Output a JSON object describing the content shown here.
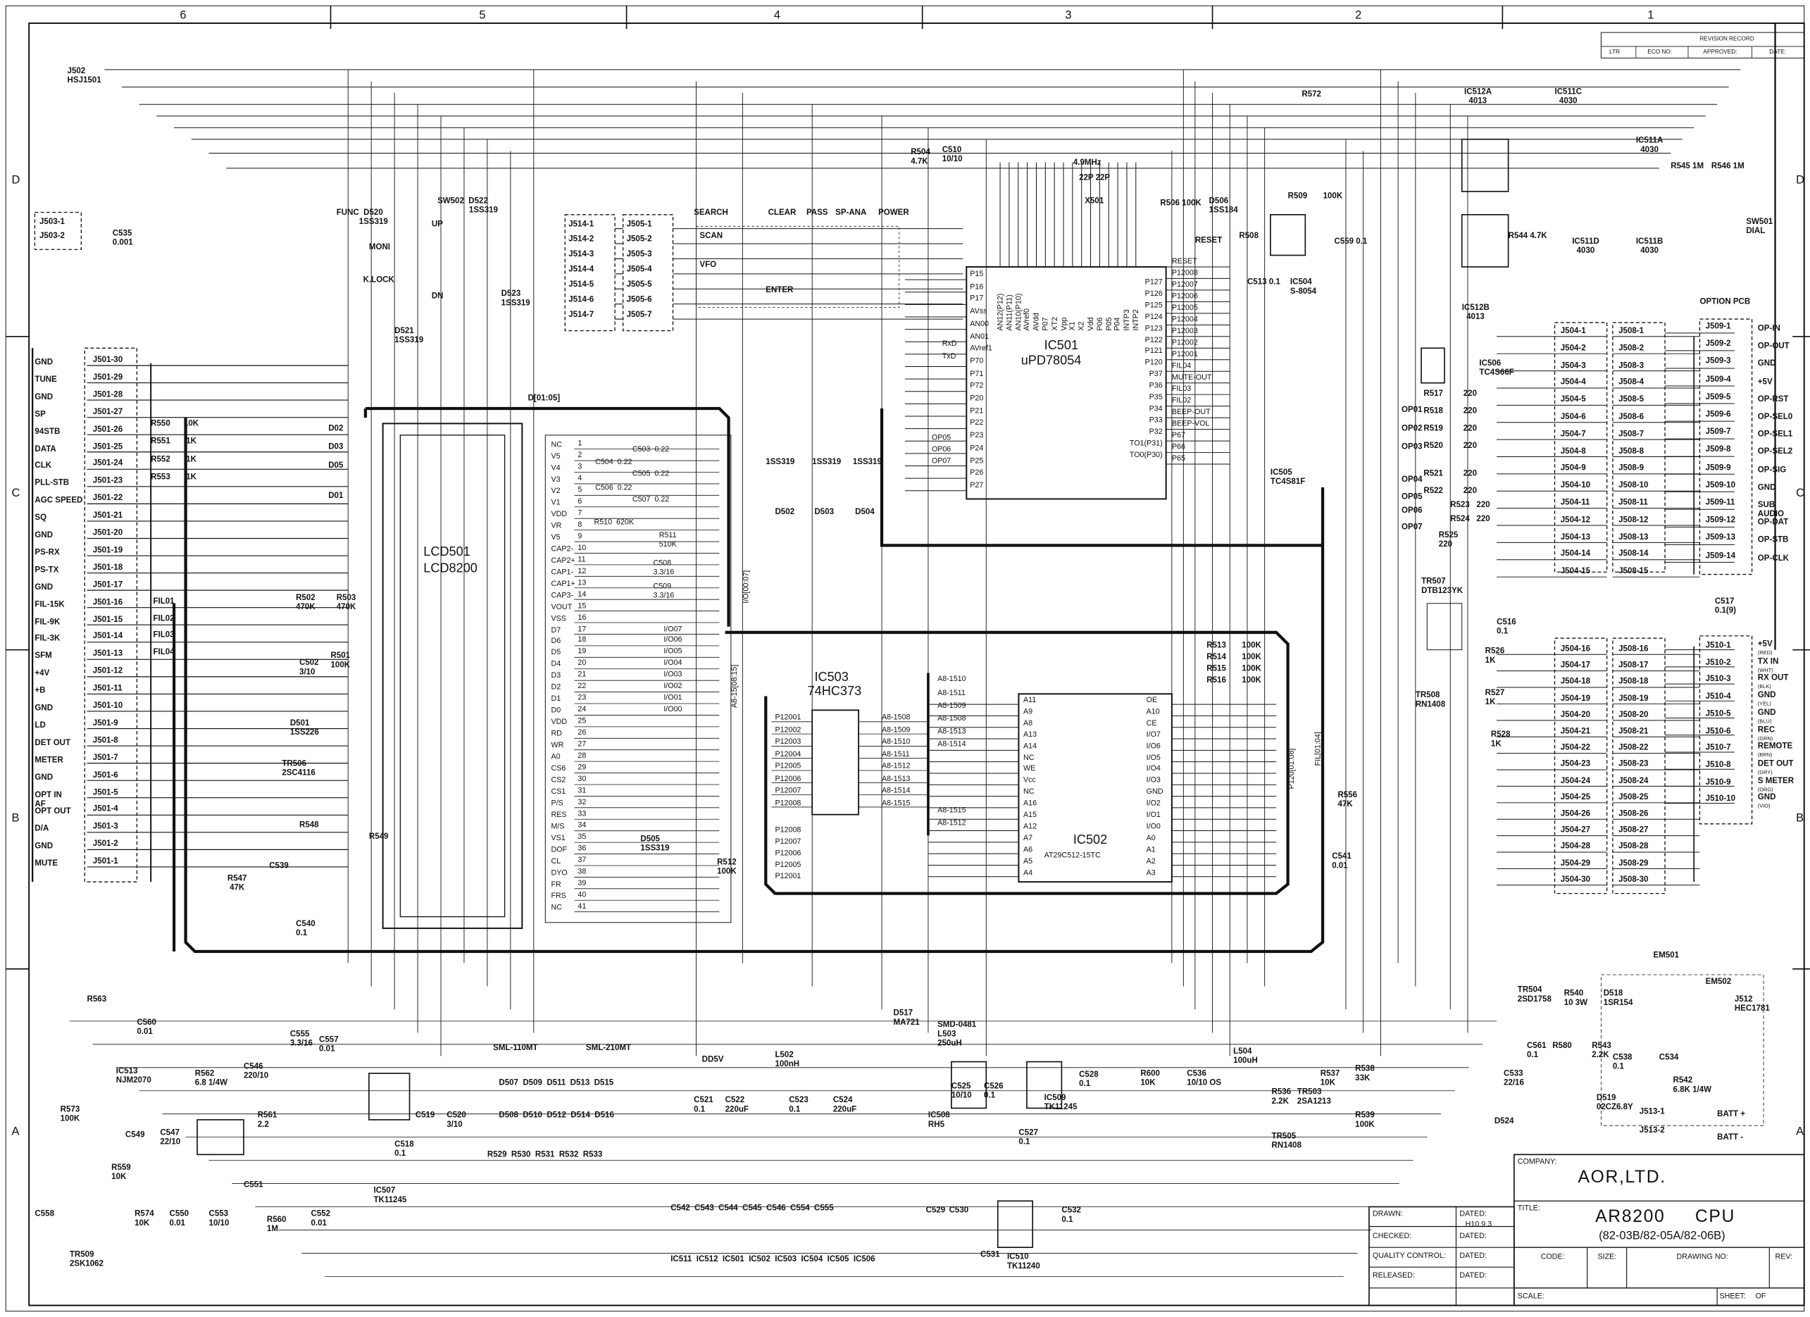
{
  "frame": {
    "cols": [
      "6",
      "5",
      "4",
      "3",
      "2",
      "1"
    ],
    "rows": [
      "D",
      "C",
      "B",
      "A"
    ]
  },
  "revision": {
    "title": "REVISION RECORD",
    "ltr": "LTR",
    "eco": "ECO NO:",
    "approved": "APPROVED:",
    "date": "DATE:"
  },
  "title_block": {
    "company_label": "COMPANY:",
    "company": "AOR,LTD.",
    "title_label": "TITLE:",
    "title": "AR8200     CPU",
    "subtitle": "(82-03B/82-05A/82-06B)",
    "drawn": "DRAWN:",
    "checked": "CHECKED:",
    "quality": "QUALITY CONTROL:",
    "released": "RELEASED:",
    "dated": "DATED:",
    "drawn_date": "H10.9.3",
    "code": "CODE:",
    "size": "SIZE:",
    "drawing_no": "DRAWING NO:",
    "rev": "REV:",
    "scale": "SCALE:",
    "sheet": "SHEET:",
    "of": "OF"
  },
  "j501": {
    "pins": [
      {
        "pin": "J501-30",
        "signal": "GND"
      },
      {
        "pin": "J501-29",
        "signal": "TUNE"
      },
      {
        "pin": "J501-28",
        "signal": "GND"
      },
      {
        "pin": "J501-27",
        "signal": "SP"
      },
      {
        "pin": "J501-26",
        "signal": "94STB"
      },
      {
        "pin": "J501-25",
        "signal": "DATA"
      },
      {
        "pin": "J501-24",
        "signal": "CLK"
      },
      {
        "pin": "J501-23",
        "signal": "PLL-STB"
      },
      {
        "pin": "J501-22",
        "signal": "AGC SPEED"
      },
      {
        "pin": "J501-21",
        "signal": "SQ"
      },
      {
        "pin": "J501-20",
        "signal": "GND"
      },
      {
        "pin": "J501-19",
        "signal": "PS-RX"
      },
      {
        "pin": "J501-18",
        "signal": "PS-TX"
      },
      {
        "pin": "J501-17",
        "signal": "GND"
      },
      {
        "pin": "J501-16",
        "signal": "FIL-15K"
      },
      {
        "pin": "J501-15",
        "signal": "FIL-9K"
      },
      {
        "pin": "J501-14",
        "signal": "FIL-3K"
      },
      {
        "pin": "J501-13",
        "signal": "SFM"
      },
      {
        "pin": "J501-12",
        "signal": "+4V"
      },
      {
        "pin": "J501-11",
        "signal": "+B"
      },
      {
        "pin": "J501-10",
        "signal": "GND"
      },
      {
        "pin": "J501-9",
        "signal": "LD"
      },
      {
        "pin": "J501-8",
        "signal": "DET OUT"
      },
      {
        "pin": "J501-7",
        "signal": "METER"
      },
      {
        "pin": "J501-6",
        "signal": "GND"
      },
      {
        "pin": "J501-5",
        "signal": "OPT IN\nAF"
      },
      {
        "pin": "J501-4",
        "signal": "OPT OUT"
      },
      {
        "pin": "J501-3",
        "signal": "D/A"
      },
      {
        "pin": "J501-2",
        "signal": "GND"
      },
      {
        "pin": "J501-1",
        "signal": "MUTE"
      }
    ]
  },
  "j509": {
    "header": "OPTION PCB",
    "pins": [
      {
        "pin": "J509-1",
        "signal": "OP-IN"
      },
      {
        "pin": "J509-2",
        "signal": "OP-OUT"
      },
      {
        "pin": "J509-3",
        "signal": "GND"
      },
      {
        "pin": "J509-4",
        "signal": "+5V"
      },
      {
        "pin": "J509-5",
        "signal": "OP-RST"
      },
      {
        "pin": "J509-6",
        "signal": "OP-SEL0"
      },
      {
        "pin": "J509-7",
        "signal": "OP-SEL1"
      },
      {
        "pin": "J509-8",
        "signal": "OP-SEL2"
      },
      {
        "pin": "J509-9",
        "signal": "OP-SIG"
      },
      {
        "pin": "J509-10",
        "signal": "GND"
      },
      {
        "pin": "J509-11",
        "signal": "SUB\nAUDIO"
      },
      {
        "pin": "J509-12",
        "signal": "OP-DAT"
      },
      {
        "pin": "J509-13",
        "signal": "OP-STB"
      },
      {
        "pin": "J509-14",
        "signal": "OP-CLK"
      }
    ]
  },
  "j510": {
    "pins": [
      {
        "pin": "J510-1",
        "signal": "+5V",
        "color": "(RED)"
      },
      {
        "pin": "J510-2",
        "signal": "TX IN",
        "color": "(WHT)"
      },
      {
        "pin": "J510-3",
        "signal": "RX OUT",
        "color": "(BLK)"
      },
      {
        "pin": "J510-4",
        "signal": "GND",
        "color": "(YEL)"
      },
      {
        "pin": "J510-5",
        "signal": "GND",
        "color": "(BLU)"
      },
      {
        "pin": "J510-6",
        "signal": "REC",
        "color": "(GRN)"
      },
      {
        "pin": "J510-7",
        "signal": "REMOTE",
        "color": "(BRN)"
      },
      {
        "pin": "J510-8",
        "signal": "DET OUT",
        "color": "(GRY)"
      },
      {
        "pin": "J510-9",
        "signal": "S METER",
        "color": "(ORG)"
      },
      {
        "pin": "J510-10",
        "signal": "GND",
        "color": "(VIO)"
      }
    ]
  },
  "j504": [
    "J504-1",
    "J504-2",
    "J504-3",
    "J504-4",
    "J504-5",
    "J504-6",
    "J504-7",
    "J504-8",
    "J504-9",
    "J504-10",
    "J504-11",
    "J504-12",
    "J504-13",
    "J504-14",
    "J504-15",
    "J504-16",
    "J504-17",
    "J504-18",
    "J504-19",
    "J504-20",
    "J504-21",
    "J504-22",
    "J504-23",
    "J504-24",
    "J504-25",
    "J504-26",
    "J504-27",
    "J504-28",
    "J504-29",
    "J504-30"
  ],
  "j508": [
    "J508-1",
    "J508-2",
    "J508-3",
    "J508-4",
    "J508-5",
    "J508-6",
    "J508-7",
    "J508-8",
    "J508-9",
    "J508-10",
    "J508-11",
    "J508-12",
    "J508-13",
    "J508-14",
    "J508-15",
    "J508-16",
    "J508-17",
    "J508-18",
    "J508-19",
    "J508-20",
    "J508-21",
    "J508-22",
    "J508-23",
    "J508-24",
    "J508-25",
    "J508-26",
    "J508-27",
    "J508-28",
    "J508-29",
    "J508-30"
  ],
  "j514": [
    "J514-1",
    "J514-2",
    "J514-3",
    "J514-4",
    "J514-5",
    "J514-6",
    "J514-7"
  ],
  "j505": [
    "J505-1",
    "J505-2",
    "J505-3",
    "J505-4",
    "J505-5",
    "J505-6",
    "J505-7"
  ],
  "j503": [
    "J503-1",
    "J503-2"
  ],
  "lcd": {
    "ref": "LCD501",
    "part": "LCD8200",
    "pins": [
      {
        "n": "1",
        "name": "NC"
      },
      {
        "n": "2",
        "name": "V5"
      },
      {
        "n": "3",
        "name": "V4"
      },
      {
        "n": "4",
        "name": "V3"
      },
      {
        "n": "5",
        "name": "V2"
      },
      {
        "n": "6",
        "name": "V1"
      },
      {
        "n": "7",
        "name": "VDD"
      },
      {
        "n": "8",
        "name": "VR"
      },
      {
        "n": "9",
        "name": "V5"
      },
      {
        "n": "10",
        "name": "CAP2-"
      },
      {
        "n": "11",
        "name": "CAP2+"
      },
      {
        "n": "12",
        "name": "CAP1-"
      },
      {
        "n": "13",
        "name": "CAP1+"
      },
      {
        "n": "14",
        "name": "CAP3-"
      },
      {
        "n": "15",
        "name": "VOUT"
      },
      {
        "n": "16",
        "name": "VSS"
      },
      {
        "n": "17",
        "name": "D7",
        "net": "I/O07"
      },
      {
        "n": "18",
        "name": "D6",
        "net": "I/O06"
      },
      {
        "n": "19",
        "name": "D5",
        "net": "I/O05"
      },
      {
        "n": "20",
        "name": "D4",
        "net": "I/O04"
      },
      {
        "n": "21",
        "name": "D3",
        "net": "I/O03"
      },
      {
        "n": "22",
        "name": "D2",
        "net": "I/O02"
      },
      {
        "n": "23",
        "name": "D1",
        "net": "I/O01"
      },
      {
        "n": "24",
        "name": "D0",
        "net": "I/O00"
      },
      {
        "n": "25",
        "name": "VDD"
      },
      {
        "n": "26",
        "name": "RD"
      },
      {
        "n": "27",
        "name": "WR"
      },
      {
        "n": "28",
        "name": "A0"
      },
      {
        "n": "29",
        "name": "CS6"
      },
      {
        "n": "30",
        "name": "CS2"
      },
      {
        "n": "31",
        "name": "CS1"
      },
      {
        "n": "32",
        "name": "P/S"
      },
      {
        "n": "33",
        "name": "RES"
      },
      {
        "n": "34",
        "name": "M/S"
      },
      {
        "n": "35",
        "name": "VS1"
      },
      {
        "n": "36",
        "name": "DOF"
      },
      {
        "n": "37",
        "name": "CL"
      },
      {
        "n": "38",
        "name": "DYO"
      },
      {
        "n": "39",
        "name": "FR"
      },
      {
        "n": "40",
        "name": "FRS"
      },
      {
        "n": "41",
        "name": "NC"
      }
    ],
    "caps": [
      "C503  0.22",
      "C504  0.22",
      "C505  0.22",
      "C506  0.22",
      "C507  0.22",
      "R510  620K",
      "R511\n510K",
      "C508\n3.3/16",
      "C509\n3.3/16"
    ]
  },
  "ic501": {
    "ref": "IC501",
    "part": "uPD78054",
    "left": [
      "P15",
      "P16",
      "P17",
      "AVss",
      "AN00",
      "AN01",
      "AVref1",
      "P70",
      "P71",
      "P72",
      "P20",
      "P21",
      "P22",
      "P23",
      "P24",
      "P25",
      "P26",
      "P27"
    ],
    "right": [
      "P127",
      "P126",
      "P125",
      "P124",
      "P123",
      "P122",
      "P121",
      "P120",
      "P37",
      "P36",
      "P35",
      "P34",
      "P33",
      "P32",
      "TO1(P31)",
      "TO0(P30)"
    ],
    "right_nets": [
      "RESET",
      "P12008",
      "P12007",
      "P12006",
      "P12005",
      "P12004",
      "P12003",
      "P12002",
      "P12001",
      "FIL04",
      "MUTE-OUT",
      "FIL03",
      "FIL02",
      "BEEP-OUT",
      "BEEP-VOL",
      "P67",
      "P66",
      "P65"
    ],
    "top": [
      "AN12(P12)",
      "AN11(P11)",
      "AN10(P10)",
      "AVref0",
      "AVdd",
      "P07",
      "XT2",
      "Vpp",
      "X1",
      "X2",
      "Vdd",
      "P06",
      "P05",
      "P04",
      "INTP3",
      "INTP2"
    ],
    "left_nets": [
      "RxD",
      "TxD",
      "OP05",
      "OP06",
      "OP07"
    ]
  },
  "ic502": {
    "ref": "IC502",
    "part": "AT29C512-15TC",
    "left": [
      "A11",
      "A9",
      "A8",
      "A13",
      "A14",
      "NC",
      "WE",
      "Vcc",
      "NC",
      "A16",
      "A15",
      "A12",
      "A7",
      "A6",
      "A5",
      "A4"
    ],
    "right": [
      "OE",
      "A10",
      "CE",
      "I/O7",
      "I/O6",
      "I/O5",
      "I/O4",
      "I/O3",
      "GND",
      "I/O2",
      "I/O1",
      "I/O0",
      "A0",
      "A1",
      "A2",
      "A3"
    ]
  },
  "ic503": {
    "ref": "IC503",
    "part": "74HC373",
    "inputs": [
      "P12001",
      "P12002",
      "P12003",
      "P12004",
      "P12005",
      "P12006",
      "P12007",
      "P12008"
    ],
    "outputs": [
      "A8-1508",
      "A8-1509",
      "A8-1510",
      "A8-1511",
      "A8-1512",
      "A8-1513",
      "A8-1514",
      "A8-1515"
    ],
    "bus_left": [
      "P12008",
      "P12007",
      "P12006",
      "P12005",
      "P12001"
    ],
    "bus_labels": [
      "A8-1510",
      "A8-1511",
      "A8-1509",
      "A8-1508",
      "A8-1513",
      "A8-1514",
      "A8-1515",
      "A8-1512",
      "A8-15[08:15]",
      "I/O[00:07]",
      "P120[01:08]",
      "FIL[01:04]"
    ]
  },
  "keys": [
    "SEARCH",
    "CLEAR",
    "PASS",
    "SP-ANA",
    "POWER",
    "SCAN",
    "VFO",
    "ENTER"
  ],
  "nets": {
    "d02": "D02",
    "d03": "D03",
    "d05": "D05",
    "d01": "D01",
    "dbus": "D[01:05]",
    "fil01": "FIL01",
    "fil02": "FIL02",
    "fil03": "FIL03",
    "fil04": "FIL04",
    "op01": "OP01",
    "op02": "OP02",
    "op03": "OP03",
    "op04": "OP04",
    "op05": "OP05",
    "op06": "OP06",
    "op07": "OP07",
    "dd5v": "DD5V"
  },
  "labels": {
    "j502": "J502\nHSJ1501",
    "c535": "C535\n0.001",
    "r504": "R504\n4.7K",
    "c510": "C510\n10/10",
    "xtal": "4.9MHz",
    "x501": "X501",
    "c511": "22P 22P",
    "r572": "R572",
    "ic512a": "IC512A\n  4013",
    "ic511c": "IC511C\n  4030",
    "ic511a": "IC511A\n  4030",
    "ic511b": "IC511B\n  4030",
    "ic511d": "IC511D\n  4030",
    "ic512b": "IC512B\n  4013",
    "r545": "R545 1M",
    "r546": "R546 1M",
    "r544": "R544 4.7K",
    "sw501": "SW501\nDIAL",
    "d506": "D506\n1SS184",
    "r509": "R509       100K",
    "ic504": "IC504\nS-8054",
    "reset": "RESET",
    "r506": "R506 100K",
    "r508": "R508",
    "c513": "C513 0.1",
    "c559": "C559 0.1",
    "func": "FUNC  D520\n          1SS319",
    "sw502": "SW502  D522\n              1SS319",
    "moni": "MONI",
    "klock": "K.LOCK",
    "up": "UP",
    "dn": "DN",
    "d521": "D521\n1SS319",
    "d523": "D523\n1SS319",
    "r550": "R550      10K",
    "r551": "R551       1K",
    "r552": "R552       1K",
    "r553": "R553       1K",
    "r502": "R502\n470K",
    "r503": "R503\n470K",
    "c502": "C502\n3/10",
    "r501": "R501\n100K",
    "d501": "D501\n1SS226",
    "tr506": "TR506\n2SC4116",
    "r548": "R548",
    "r549": "R549",
    "r547": "R547\n 47K",
    "c539": "C539",
    "c540": "C540\n0.1",
    "d502": "D502",
    "d503": "D503",
    "d504": "D504",
    "ss1": "1SS319",
    "ss2": "1SS319",
    "ss3": "1SS319",
    "ic505": "IC505\nTC4S81F",
    "ic506": "IC506\nTC4S66F",
    "tr507": "TR507\nDTB123YK",
    "tr508": "TR508\nRN1408",
    "r517": "R517         220",
    "r518": "R518         220",
    "r519": "R519         220",
    "r520": "R520         220",
    "r521": "R521         220",
    "r522": "R522         220",
    "r523": "R523   220",
    "r524": "R524   220",
    "r525": "R525\n220",
    "r526": "R526\n1K",
    "r527": "R527\n1K",
    "r528": "R528\n1K",
    "c516": "C516\n0.1",
    "c517": "C517\n0.1(9)",
    "r513": "R513       100K",
    "r514": "R514       100K",
    "r515": "R515       100K",
    "r516": "R516       100K",
    "r556": "R556\n47K",
    "c541": "C541\n0.01",
    "d505": "D505\n1SS319",
    "r512": "R512\n100K",
    "r563": "R563",
    "c560": "C560\n0.01",
    "ic513": "IC513\nNJM2070",
    "r562": "R562\n6.8 1/4W",
    "c546": "C546\n220/10",
    "c555": "C555\n3.3/16",
    "c557": "C557\n0.01",
    "c549": "C549",
    "c547": "C547\n22/10",
    "r561": "R561\n2.2",
    "r559": "R559\n10K",
    "r573": "R573\n100K",
    "c551": "C551",
    "c553": "C553\n10/10",
    "r560": "R560\n1M",
    "c552": "C552\n0.01",
    "c558": "C558",
    "r574": "R574\n10K",
    "c550": "C550\n0.01",
    "tr509": "TR509\n2SK1062",
    "ic507": "IC507\nTK11245",
    "c518": "C518\n0.1",
    "c519": "C519",
    "c520": "C520\n3/10",
    "sml110": "SML-110MT",
    "sml210": "SML-210MT",
    "dtop": "D507  D509  D511  D513  D515",
    "dbot": "D508  D510  D512  D514  D516",
    "rled": "R529  R530  R531  R532  R533",
    "l502": "L502\n100nH",
    "c521": "C521\n0.1",
    "c522": "C522\n220uF",
    "c523": "C523\n0.1",
    "c524": "C524\n220uF",
    "d517": "D517\nMA721",
    "l503": "SMD-0481\nL503\n250uH",
    "ic508": "IC508\nRH5",
    "c525": "C525\n10/10",
    "c526": "C526\n0.1",
    "c527": "C527\n0.1",
    "ic509": "IC509\nTK11245",
    "c528": "C528\n0.1",
    "ic510": "IC510\nTK11240",
    "c529": "C529",
    "c530": "C530",
    "c531": "C531",
    "c532": "C532\n0.1",
    "bypass": "C542  C543  C544  C545  C546  C554  C555",
    "bypass_ic": "IC511  IC512  IC501  IC502  IC503  IC504  IC505  IC506",
    "r600": "R600\n10K",
    "c536": "C536\n10/10 OS",
    "l504": "L504\n100uH",
    "tr503": "TR503\n2SA1213",
    "r537": "R537\n10K",
    "r536": "R536\n2.2K",
    "tr505": "TR505\nRN1408",
    "r538": "R538\n33K",
    "r539": "R539\n100K",
    "tr504": "TR504\n2SD1758",
    "r540": "R540\n10 3W",
    "d518": "D518\n1SR154",
    "em501": "EM501",
    "em502": "EM502",
    "j512": "J512\nHEC1781",
    "c561": "C561\n0.1",
    "c533": "C533\n22/16",
    "r580": "R580",
    "r543": "R543\n2.2K",
    "c538": "C538\n0.1",
    "c534": "C534",
    "d519": "D519\n02CZ6.8Y",
    "r542": "R542\n6.8K 1/4W",
    "battp": "BATT +",
    "battm": "BATT -",
    "j513": "J513-1\n\nJ513-2",
    "d524": "D524"
  }
}
